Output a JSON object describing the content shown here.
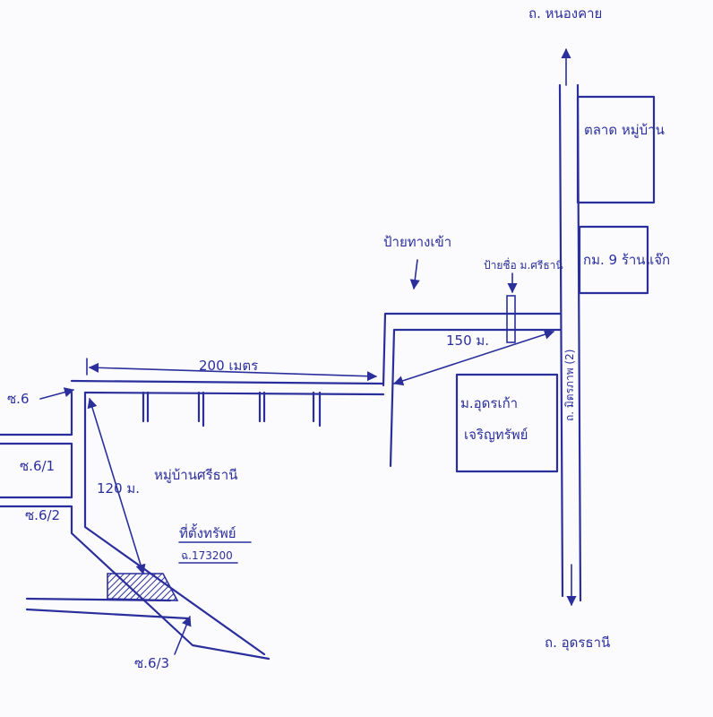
{
  "labels": {
    "north_destination": "ถ. หนองคาย",
    "south_destination": "ถ. อุดรธานี",
    "main_road": "ถ. มิตรภาพ (2)",
    "market": "ตลาด หมู่บ้าน",
    "km_marker": "กม. 9 ร้านแจ๊ก",
    "entrance_sign": "ป้ายทางเข้า",
    "village_sign": "ป้ายชื่อ ม.ศรีธานี",
    "distance_top": "200 เมตร",
    "distance_entrance": "150 ม.",
    "distance_diag": "120 ม.",
    "village_name": "หมู่บ้านศรีธานี",
    "neighbor_village_1": "ม.อุดรเก้า",
    "neighbor_village_2": "เจริญทรัพย์",
    "property_title": "ที่ตั้งทรัพย์",
    "deed_number": "ฉ.173200",
    "soi_6": "ซ.6",
    "soi_6_1": "ซ.6/1",
    "soi_6_2": "ซ.6/2",
    "soi_6_3": "ซ.6/3"
  }
}
